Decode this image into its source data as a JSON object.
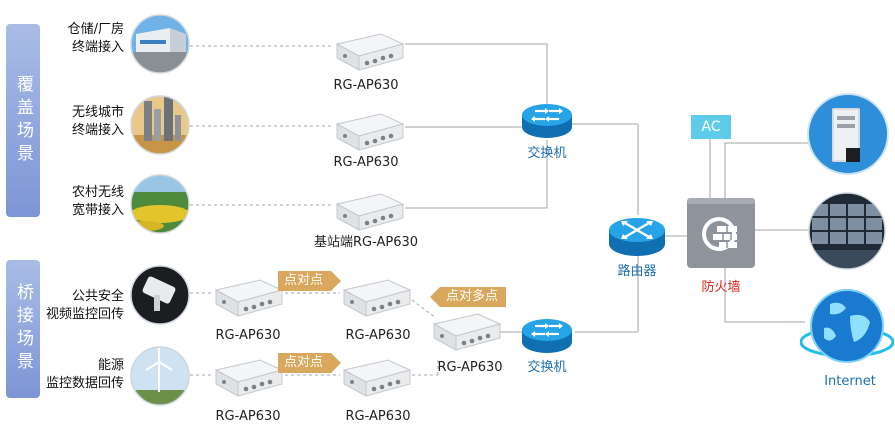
{
  "sidebar": {
    "coverage": "覆盖场景",
    "bridge": "桥接场景"
  },
  "scenes": [
    {
      "line1": "仓储/厂房",
      "line2": "终端接入"
    },
    {
      "line1": "无线城市",
      "line2": "终端接入"
    },
    {
      "line1": "农村无线",
      "line2": "宽带接入"
    },
    {
      "line1": "公共安全",
      "line2": "视频监控回传"
    },
    {
      "line1": "能源",
      "line2": "监控数据回传"
    }
  ],
  "devices": {
    "ap_top": "RG-AP630",
    "ap_mid": "RG-AP630",
    "ap_base": "基站端RG-AP630",
    "ap_bridge_1a": "RG-AP630",
    "ap_bridge_1b": "RG-AP630",
    "ap_bridge_center": "RG-AP630",
    "ap_bridge_2a": "RG-AP630",
    "ap_bridge_2b": "RG-AP630"
  },
  "tags": {
    "p2p_1": "点对点",
    "p2mp": "点对多点",
    "p2p_2": "点对点"
  },
  "network": {
    "switch_top": "交换机",
    "switch_bottom": "交换机",
    "router": "路由器",
    "firewall": "防火墙",
    "ac": "AC",
    "internet": "Internet"
  },
  "colors": {
    "sidebar": "#8ea3dc",
    "tag": "#d9a85e",
    "switch_router": "#1a8fd6",
    "firewall_box": "#8e949b",
    "ac_box": "#5ecbeb",
    "label_blue": "#1f6fae",
    "label_red": "#d9241c",
    "lines": "#9aa0a6"
  }
}
